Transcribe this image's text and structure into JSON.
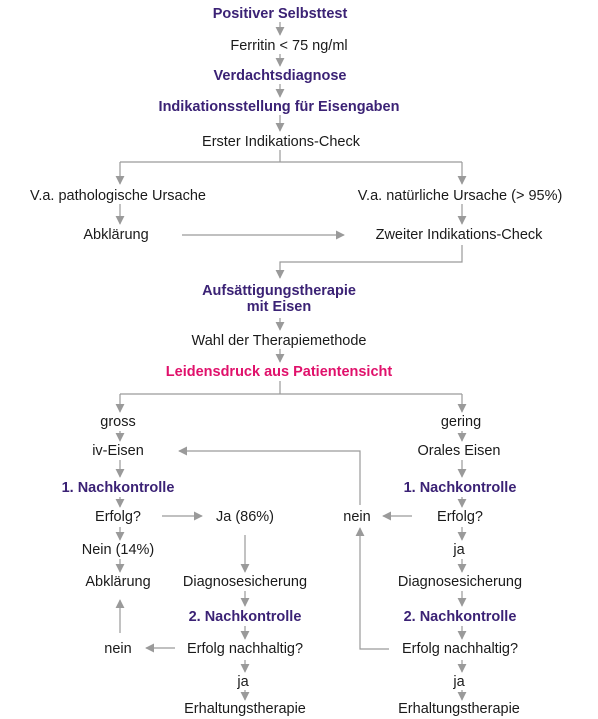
{
  "colors": {
    "heading": "#3b2275",
    "highlight": "#e0116b",
    "text": "#1a1a1a",
    "arrow": "#9a9a9a"
  },
  "nodes": {
    "positiver_selbsttest": "Positiver Selbsttest",
    "ferritin": "Ferritin < 75 ng/ml",
    "verdachtsdiagnose": "Verdachtsdiagnose",
    "indikationsstellung": "Indikationsstellung für Eisengaben",
    "erster_check": "Erster Indikations-Check",
    "pathologische_ursache": "V.a. pathologische Ursache",
    "natuerliche_ursache": "V.a. natürliche Ursache (> 95%)",
    "abklaerung_1": "Abklärung",
    "zweiter_check": "Zweiter Indikations-Check",
    "aufsaettigung_1": "Aufsättigungstherapie",
    "aufsaettigung_2": "mit Eisen",
    "wahl_therapiemethode": "Wahl der Therapiemethode",
    "leidensdruck": "Leidensdruck aus Patientensicht",
    "gross": "gross",
    "gering": "gering",
    "iv_eisen": "iv-Eisen",
    "orales_eisen": "Orales Eisen",
    "nachkontrolle_1_left": "1. Nachkontrolle",
    "nachkontrolle_1_right": "1. Nachkontrolle",
    "erfolg_left": "Erfolg?",
    "ja_86": "Ja (86%)",
    "nein_mid": "nein",
    "erfolg_right": "Erfolg?",
    "nein_14": "Nein (14%)",
    "ja_right_1": "ja",
    "abklaerung_2": "Abklärung",
    "diagnosesicherung_left": "Diagnosesicherung",
    "diagnosesicherung_right": "Diagnosesicherung",
    "nachkontrolle_2_left": "2. Nachkontrolle",
    "nachkontrolle_2_right": "2. Nachkontrolle",
    "nein_left": "nein",
    "erfolg_nachhaltig_left": "Erfolg nachhaltig?",
    "erfolg_nachhaltig_right": "Erfolg nachhaltig?",
    "ja_left_2": "ja",
    "ja_right_2": "ja",
    "erhaltung_left": "Erhaltungstherapie",
    "erhaltung_right": "Erhaltungstherapie"
  }
}
